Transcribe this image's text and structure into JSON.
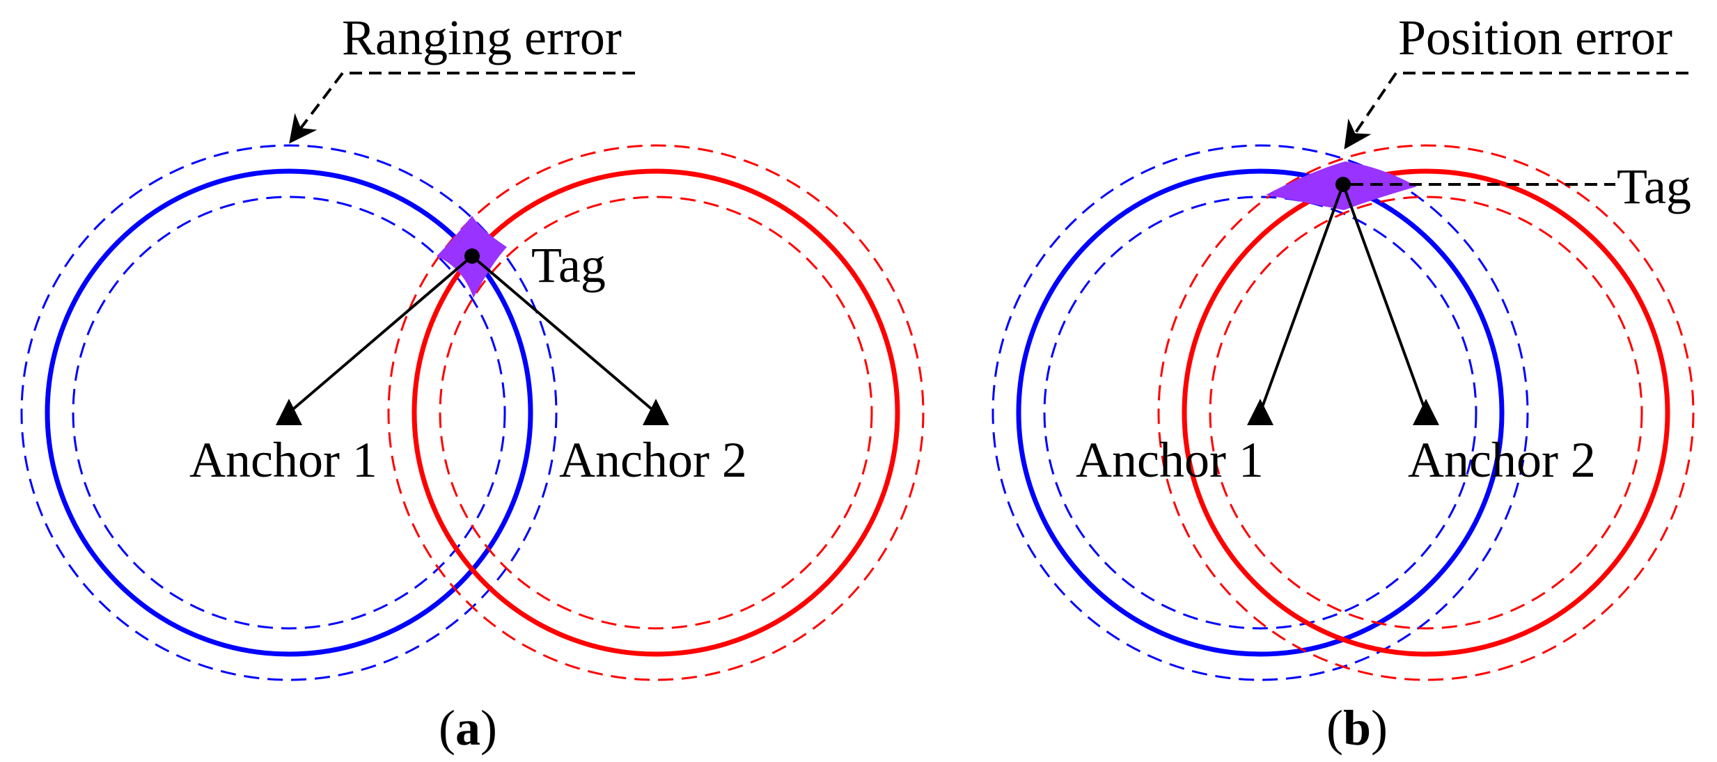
{
  "colors": {
    "anchor1": "#0000ff",
    "anchor2": "#ff0000",
    "error_region": "#9933ff",
    "lines": "#000000"
  },
  "panel_a": {
    "annotation": "Ranging error",
    "tag": "Tag",
    "anchor1": "Anchor 1",
    "anchor2": "Anchor 2",
    "caption_open": "(",
    "caption_letter": "a",
    "caption_close": ")"
  },
  "panel_b": {
    "annotation": "Position error",
    "tag": "Tag",
    "anchor1": "Anchor 1",
    "anchor2": "Anchor 2",
    "caption_open": "(",
    "caption_letter": "b",
    "caption_close": ")"
  }
}
